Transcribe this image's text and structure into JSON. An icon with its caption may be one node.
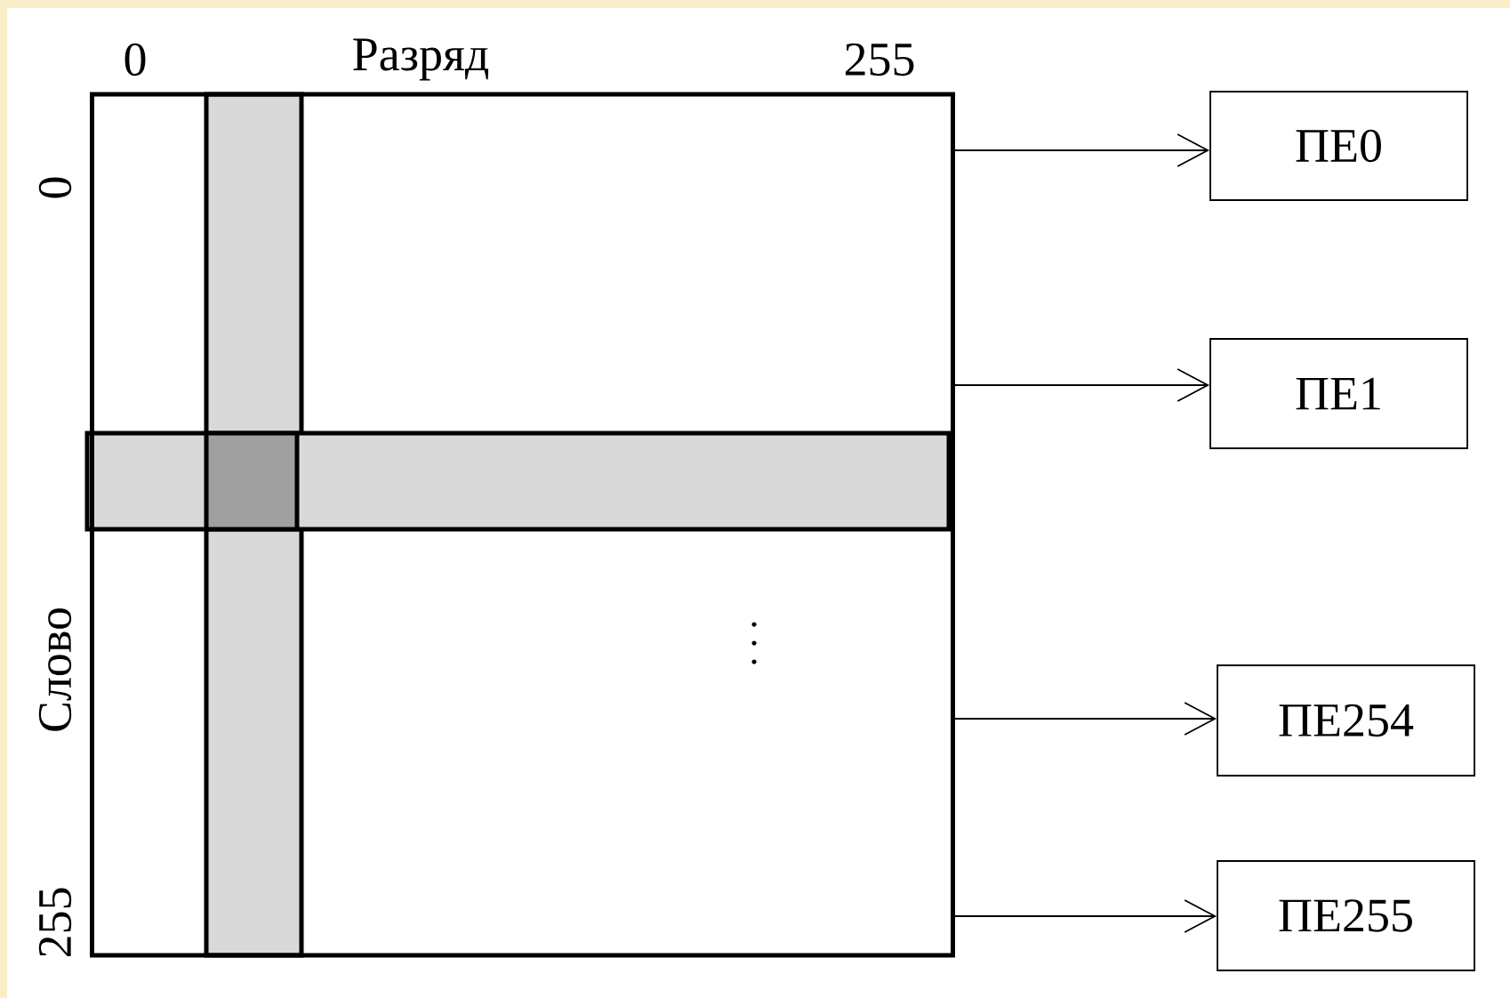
{
  "diagram": {
    "nodes": [
      {
        "text": [],
        "shape": "box"
      },
      {
        "text": [
          "ПЕ0"
        ]
      },
      {
        "text": [
          "ПЕ1"
        ]
      },
      {
        "text": [
          "ПЕ254"
        ]
      },
      {
        "text": [
          "ПЕ255"
        ]
      }
    ],
    "edges": [
      {
        "from": 0,
        "to": 1,
        "arrow": "to"
      },
      {
        "from": 0,
        "to": 2,
        "arrow": "to"
      },
      {
        "from": 0,
        "to": 3,
        "arrow": "to"
      },
      {
        "from": 0,
        "to": 4,
        "arrow": "to"
      }
    ],
    "labels": [
      "0",
      "Разряд",
      "255",
      "0",
      "Слово",
      "255"
    ]
  }
}
